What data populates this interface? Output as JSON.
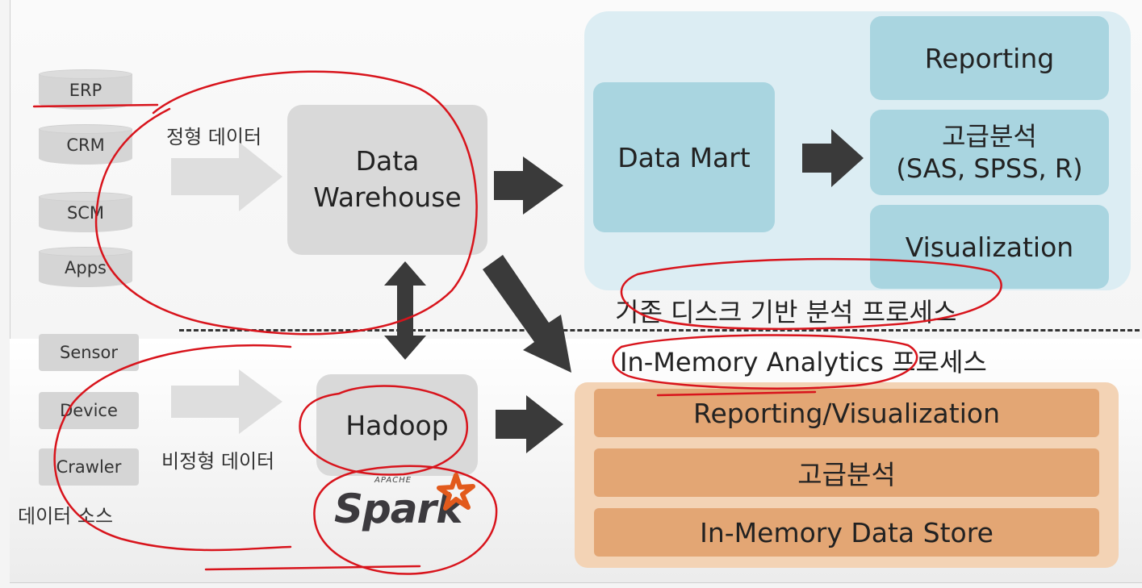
{
  "sources": {
    "structured": [
      "ERP",
      "CRM",
      "SCM",
      "Apps"
    ],
    "unstructured": [
      "Sensor",
      "Device",
      "Crawler"
    ],
    "caption": "데이터 소스"
  },
  "labels": {
    "structured_data": "정형 데이터",
    "unstructured_data": "비정형 데이터",
    "legacy_process": "기존 디스크 기반 분석 프로세스",
    "in_memory_process": "In-Memory Analytics 프로세스"
  },
  "boxes": {
    "data_warehouse": "Data Warehouse",
    "hadoop": "Hadoop",
    "data_mart": "Data Mart",
    "reporting": "Reporting",
    "advanced_analysis": "고급분석",
    "advanced_tools": "(SAS, SPSS, R)",
    "visualization": "Visualization",
    "spark_apache": "APACHE",
    "spark_name": "Spark"
  },
  "in_memory_stack": [
    "Reporting/Visualization",
    "고급분석",
    "In-Memory Data Store"
  ],
  "colors": {
    "blue_panel": "#dcedf3",
    "blue_box": "#a9d5e0",
    "orange_panel": "#f3d3b5",
    "orange_box": "#e3a674",
    "annotation_red": "#d8141c",
    "spark_orange": "#e25a1c"
  }
}
